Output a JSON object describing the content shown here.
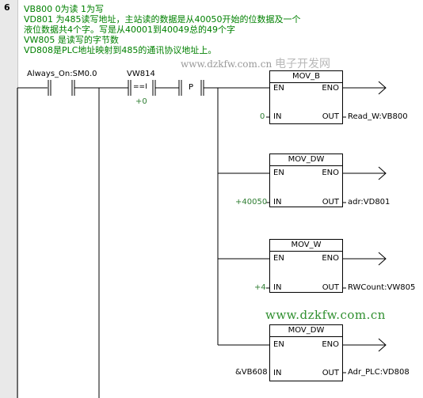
{
  "network": {
    "number": "6"
  },
  "comment_lines": [
    "VB800  0为读  1为写",
    "VD801 为485读写地址，主站读的数据是从40050开始的位数据及一个",
    "液位数据共4个字。写是从40001到40049总的49个字",
    "VW805 是读写的字节数",
    "VD808是PLC地址映射到485的通讯协议地址上。"
  ],
  "watermark_top": {
    "url": "www.dzkfw.com.cn",
    "cn": "电子开发网"
  },
  "watermark_bottom": "www.dzkfw.com.cn",
  "contacts": {
    "always_on": "Always_On:SM0.0",
    "compare_addr": "VW814",
    "compare_op": "==I",
    "compare_value": "+0",
    "pulse": "P"
  },
  "boxes": [
    {
      "title": "MOV_B",
      "en": "EN",
      "eno": "ENO",
      "in": "IN",
      "out": "OUT",
      "in_operand": "0",
      "out_operand": "Read_W:VB800"
    },
    {
      "title": "MOV_DW",
      "en": "EN",
      "eno": "ENO",
      "in": "IN",
      "out": "OUT",
      "in_operand": "+40050",
      "out_operand": "adr:VD801"
    },
    {
      "title": "MOV_W",
      "en": "EN",
      "eno": "ENO",
      "in": "IN",
      "out": "OUT",
      "in_operand": "+4",
      "out_operand": "RWCount:VW805"
    },
    {
      "title": "MOV_DW",
      "en": "EN",
      "eno": "ENO",
      "in": "IN",
      "out": "OUT",
      "in_operand": "&VB608",
      "out_operand": "Adr_PLC:VD808"
    }
  ],
  "colors": {
    "comment": "#008000",
    "operand_green": "#2e7d32",
    "watermark_bottom": "#2f8f2f"
  }
}
